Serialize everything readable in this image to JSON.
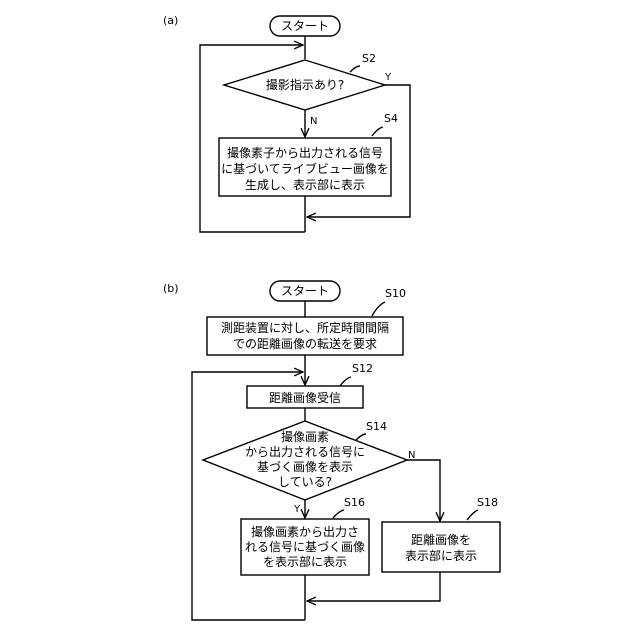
{
  "panel_a": {
    "label": "(a)",
    "start": "スタート",
    "decision": "撮影指示あり?",
    "step_s2": "S2",
    "yes": "Y",
    "no": "N",
    "step_s4": "S4",
    "process_lines": [
      "撮像素子から出力される信号",
      "に基づいてライブビュー画像を",
      "生成し、表示部に表示"
    ]
  },
  "panel_b": {
    "label": "(b)",
    "start": "スタート",
    "step_s10": "S10",
    "request_lines": [
      "測距装置に対し、所定時間間隔",
      "での距離画像の転送を要求"
    ],
    "step_s12": "S12",
    "receive": "距離画像受信",
    "step_s14": "S14",
    "decision_lines": [
      "撮像画素",
      "から出力される信号に",
      "基づく画像を表示",
      "している?"
    ],
    "no": "N",
    "yes": "Y",
    "step_s16": "S16",
    "left_box_lines": [
      "撮像画素から出力さ",
      "れる信号に基づく画像",
      "を表示部に表示"
    ],
    "step_s18": "S18",
    "right_box_lines": [
      "距離画像を",
      "表示部に表示"
    ]
  }
}
